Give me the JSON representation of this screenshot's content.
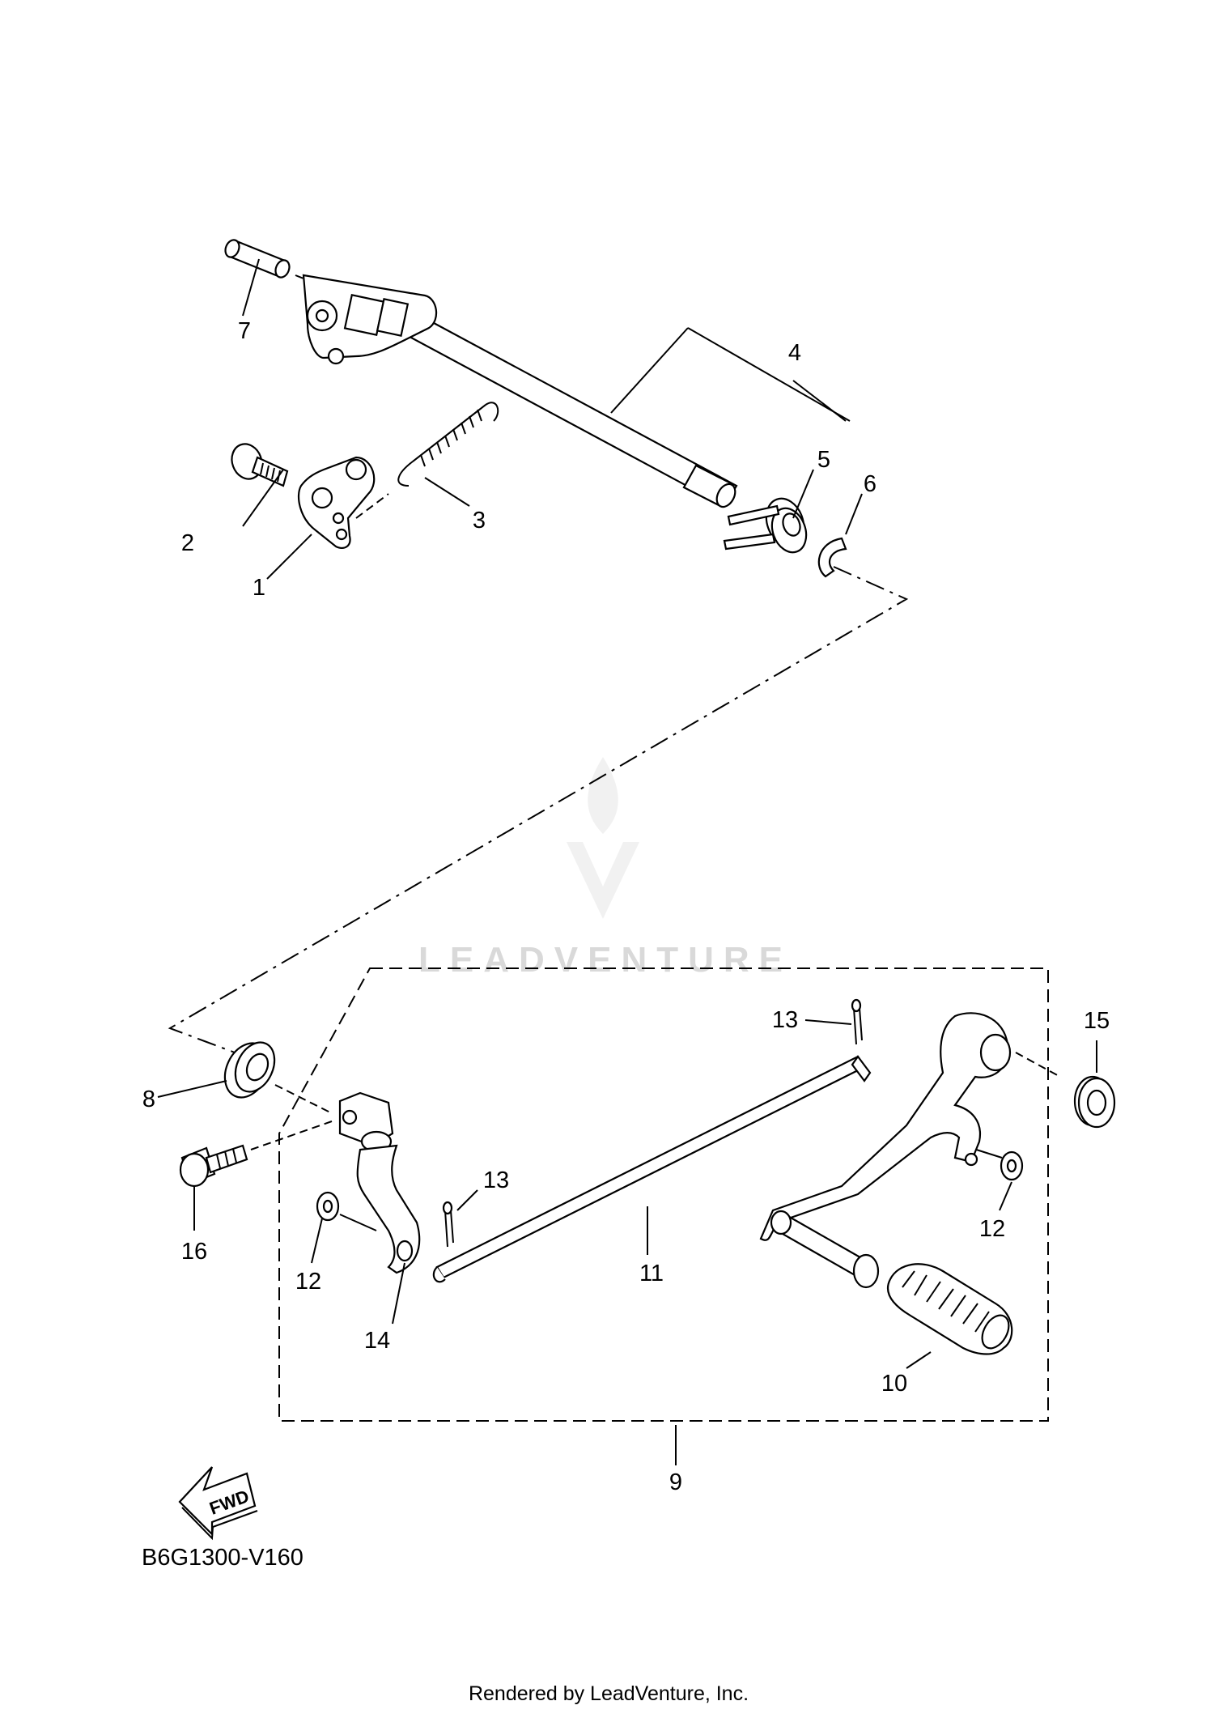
{
  "diagram": {
    "code": "B6G1300-V160",
    "footer": "Rendered by LeadVenture, Inc.",
    "watermark": "LEADVENTURE",
    "fwd_label": "FWD",
    "parts": [
      {
        "num": "1"
      },
      {
        "num": "2"
      },
      {
        "num": "3"
      },
      {
        "num": "4"
      },
      {
        "num": "5"
      },
      {
        "num": "6"
      },
      {
        "num": "7"
      },
      {
        "num": "8"
      },
      {
        "num": "9"
      },
      {
        "num": "10"
      },
      {
        "num": "11"
      },
      {
        "num": "12"
      },
      {
        "num": "12"
      },
      {
        "num": "13"
      },
      {
        "num": "13"
      },
      {
        "num": "14"
      },
      {
        "num": "15"
      },
      {
        "num": "16"
      }
    ]
  }
}
